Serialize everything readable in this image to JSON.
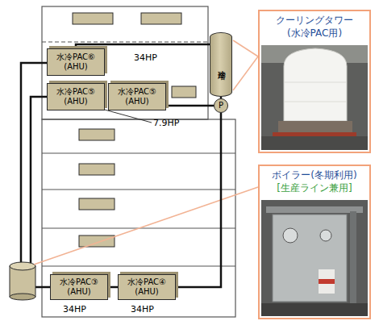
{
  "diagram": {
    "nodes": [
      {
        "text": [
          "水冷PAC⑥ (AHU)"
        ]
      },
      {
        "text": [
          "冷却塔"
        ]
      },
      {
        "text": [
          "水冷PAC⑤ (AHU)"
        ]
      },
      {
        "text": [
          "水冷PAC⑤ (AHU)"
        ]
      },
      {
        "text": [
          "P"
        ]
      },
      {
        "text": [
          "水冷PAC③ (AHU)"
        ]
      },
      {
        "text": [
          "水冷PAC④ (AHU)"
        ]
      },
      {
        "text": [
          "クーリングタワー (水冷PAC用)"
        ]
      },
      {
        "text": [
          "ボイラー(冬期利用)",
          "[生産ライン兼用]"
        ]
      }
    ],
    "edges": [
      {
        "from": 1,
        "to": 0,
        "arrow": "none"
      },
      {
        "from": 1,
        "to": 4,
        "arrow": "none"
      },
      {
        "from": 4,
        "to": 3,
        "arrow": "none"
      },
      {
        "from": 4,
        "to": 6,
        "arrow": "none"
      },
      {
        "from": 5,
        "to": 6,
        "arrow": "none"
      }
    ],
    "labels": [
      "34HP",
      "7.9HP",
      "34HP",
      "34HP"
    ]
  }
}
